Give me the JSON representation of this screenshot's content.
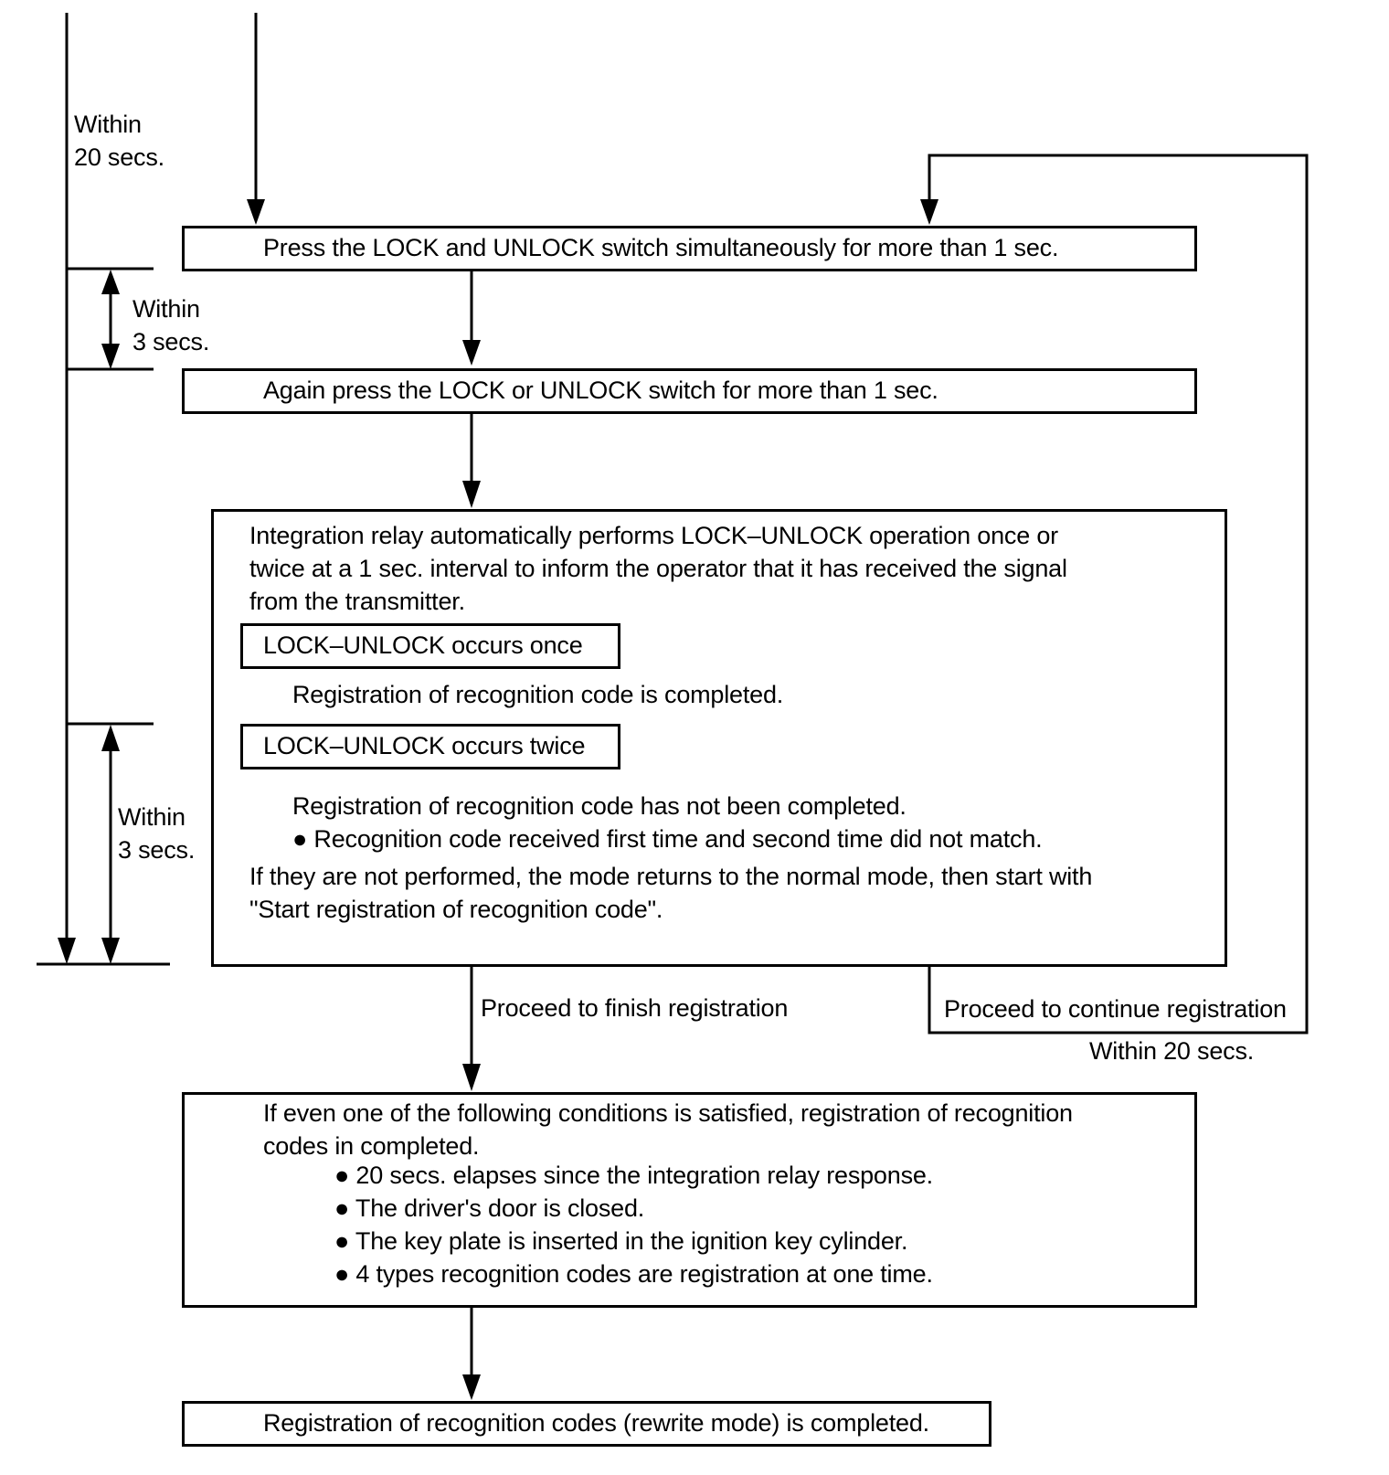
{
  "timing": {
    "within_20_a": [
      "Within",
      "20 secs."
    ],
    "within_3_a": [
      "Within",
      "3 secs."
    ],
    "within_3_b": [
      "Within",
      "3 secs."
    ],
    "within_20_b": "Within 20 secs."
  },
  "steps": {
    "press_both": "Press the LOCK and UNLOCK switch simultaneously for more than 1 sec.",
    "press_again": "Again press the LOCK or UNLOCK switch for more than 1 sec.",
    "relay": {
      "intro": [
        "Integration relay automatically performs LOCK–UNLOCK operation once or",
        "twice at a 1 sec. interval to inform the operator that it has received the signal",
        "from the transmitter."
      ],
      "once_label": "LOCK–UNLOCK occurs once",
      "once_result": "Registration of recognition code is completed.",
      "twice_label": "LOCK–UNLOCK occurs twice",
      "twice_result": "Registration of recognition code has not been completed.",
      "twice_reason": "● Recognition code received first time and second time did not match.",
      "fallback": [
        "If they are not performed, the mode returns to the normal mode, then start with",
        "\"Start registration of recognition code\"."
      ]
    },
    "finish_label": "Proceed to finish registration",
    "continue_label": "Proceed to continue registration",
    "conditions": {
      "intro": [
        "If even one of the following conditions is satisfied, registration of recognition",
        "codes in completed."
      ],
      "items": [
        "● 20 secs. elapses since the integration relay response.",
        "● The driver's door is closed.",
        "● The key plate is inserted in the ignition key cylinder.",
        "● 4 types recognition codes are registration at one time."
      ]
    },
    "final": "Registration of recognition codes (rewrite mode) is completed."
  }
}
